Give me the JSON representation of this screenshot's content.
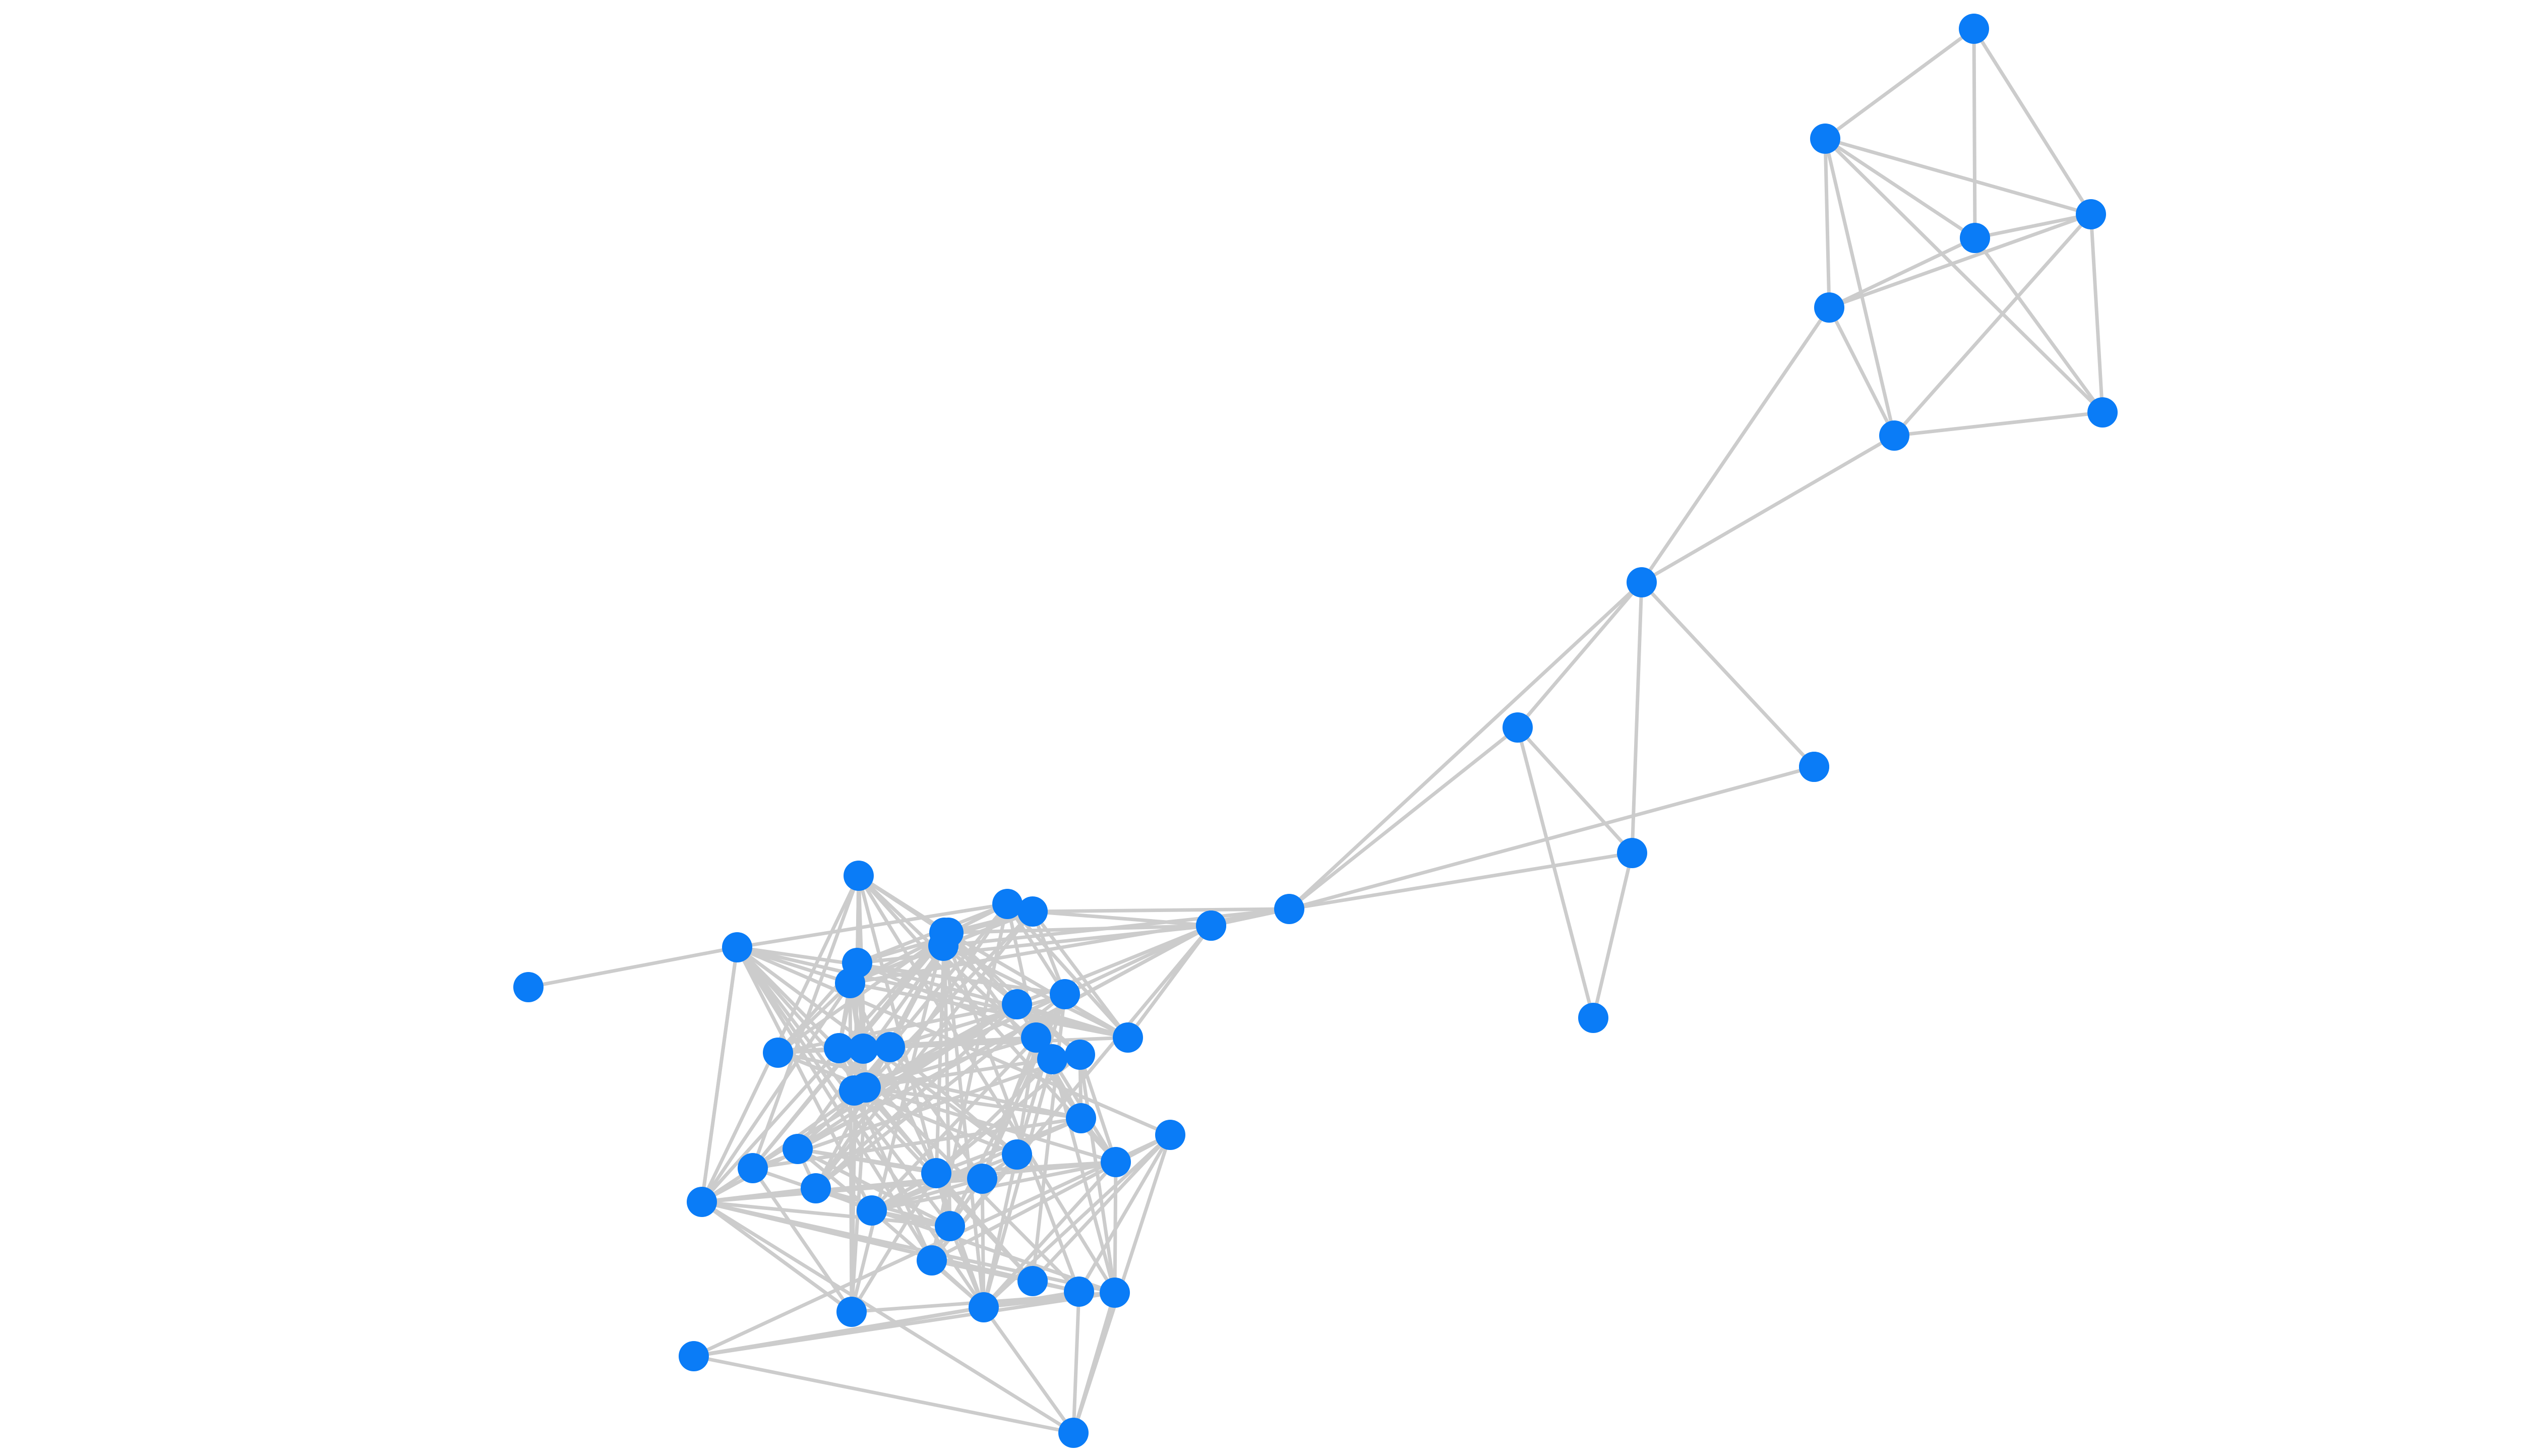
{
  "colors": {
    "background": "#ffffff",
    "node": "#0a7cf7",
    "edge": "#cccccc"
  },
  "graph": {
    "type": "network",
    "nodes": [
      {
        "id": "n0"
      },
      {
        "id": "n1"
      },
      {
        "id": "n2"
      },
      {
        "id": "n3"
      },
      {
        "id": "n4"
      },
      {
        "id": "n5"
      },
      {
        "id": "n6"
      },
      {
        "id": "n7"
      },
      {
        "id": "n8"
      },
      {
        "id": "n9"
      },
      {
        "id": "n10"
      },
      {
        "id": "n11"
      },
      {
        "id": "n12"
      },
      {
        "id": "n13"
      },
      {
        "id": "n14"
      },
      {
        "id": "n15"
      },
      {
        "id": "n16"
      },
      {
        "id": "n17"
      },
      {
        "id": "n18"
      },
      {
        "id": "n19"
      },
      {
        "id": "n20"
      },
      {
        "id": "n21"
      },
      {
        "id": "n22"
      },
      {
        "id": "n23"
      },
      {
        "id": "n24"
      },
      {
        "id": "n25"
      },
      {
        "id": "n26"
      },
      {
        "id": "n27"
      },
      {
        "id": "n28"
      },
      {
        "id": "n29"
      },
      {
        "id": "n30"
      },
      {
        "id": "n31"
      },
      {
        "id": "n32"
      },
      {
        "id": "n33"
      },
      {
        "id": "n34"
      },
      {
        "id": "n35"
      },
      {
        "id": "n36"
      },
      {
        "id": "n37"
      },
      {
        "id": "n38"
      },
      {
        "id": "n39"
      },
      {
        "id": "n40"
      },
      {
        "id": "n41"
      },
      {
        "id": "n42"
      },
      {
        "id": "n43"
      },
      {
        "id": "n44"
      },
      {
        "id": "n45"
      },
      {
        "id": "n46"
      },
      {
        "id": "n47"
      },
      {
        "id": "n48"
      },
      {
        "id": "n49"
      },
      {
        "id": "n50"
      },
      {
        "id": "n51"
      },
      {
        "id": "n52"
      },
      {
        "id": "n53"
      },
      {
        "id": "n54"
      },
      {
        "id": "n55"
      },
      {
        "id": "n56"
      },
      {
        "id": "n57"
      }
    ],
    "edges": [
      [
        "n0",
        "n1"
      ],
      [
        "n0",
        "n2"
      ],
      [
        "n0",
        "n3"
      ],
      [
        "n1",
        "n2"
      ],
      [
        "n1",
        "n3"
      ],
      [
        "n1",
        "n4"
      ],
      [
        "n1",
        "n5"
      ],
      [
        "n1",
        "n6"
      ],
      [
        "n2",
        "n3"
      ],
      [
        "n2",
        "n4"
      ],
      [
        "n2",
        "n6"
      ],
      [
        "n3",
        "n4"
      ],
      [
        "n3",
        "n6"
      ],
      [
        "n3",
        "n5"
      ],
      [
        "n4",
        "n5"
      ],
      [
        "n6",
        "n5"
      ],
      [
        "n5",
        "n7"
      ],
      [
        "n4",
        "n7"
      ],
      [
        "n7",
        "n8"
      ],
      [
        "n7",
        "n9"
      ],
      [
        "n7",
        "n10"
      ],
      [
        "n8",
        "n10"
      ],
      [
        "n8",
        "n11"
      ],
      [
        "n10",
        "n11"
      ],
      [
        "n7",
        "n12"
      ],
      [
        "n8",
        "n12"
      ],
      [
        "n10",
        "n12"
      ],
      [
        "n12",
        "n13"
      ],
      [
        "n12",
        "n14"
      ],
      [
        "n12",
        "n15"
      ],
      [
        "n12",
        "n19"
      ],
      [
        "n12",
        "n22"
      ],
      [
        "n12",
        "n49"
      ],
      [
        "n14",
        "n15"
      ],
      [
        "n14",
        "n16"
      ],
      [
        "n14",
        "n21"
      ],
      [
        "n14",
        "n49"
      ],
      [
        "n14",
        "n42"
      ],
      [
        "n49",
        "n23"
      ],
      [
        "n49",
        "n30"
      ],
      [
        "n49",
        "n45"
      ],
      [
        "n49",
        "n50"
      ],
      [
        "n49",
        "n20"
      ],
      [
        "n47",
        "n51"
      ],
      [
        "n47",
        "n52"
      ],
      [
        "n48",
        "n51"
      ],
      [
        "n48",
        "n52"
      ],
      [
        "n51",
        "n57"
      ],
      [
        "n52",
        "n57"
      ],
      [
        "n17",
        "n40"
      ],
      [
        "n15",
        "n18"
      ],
      [
        "n15",
        "n22"
      ],
      [
        "n15",
        "n24"
      ],
      [
        "n15",
        "n19"
      ],
      [
        "n15",
        "n41"
      ],
      [
        "n15",
        "n21"
      ],
      [
        "n15",
        "n20"
      ],
      [
        "n15",
        "n30"
      ],
      [
        "n16",
        "n18"
      ],
      [
        "n16",
        "n22"
      ],
      [
        "n16",
        "n19"
      ],
      [
        "n16",
        "n20"
      ],
      [
        "n16",
        "n21"
      ],
      [
        "n16",
        "n23"
      ],
      [
        "n16",
        "n28"
      ],
      [
        "n18",
        "n40"
      ],
      [
        "n18",
        "n45"
      ],
      [
        "n18",
        "n24"
      ],
      [
        "n18",
        "n31"
      ],
      [
        "n18",
        "n29"
      ],
      [
        "n18",
        "n41"
      ],
      [
        "n18",
        "n22"
      ],
      [
        "n18",
        "n21"
      ],
      [
        "n40",
        "n46"
      ],
      [
        "n40",
        "n50"
      ],
      [
        "n40",
        "n36"
      ],
      [
        "n40",
        "n39"
      ],
      [
        "n40",
        "n47"
      ],
      [
        "n40",
        "n48"
      ],
      [
        "n40",
        "n44"
      ],
      [
        "n40",
        "n53"
      ],
      [
        "n40",
        "n24"
      ],
      [
        "n40",
        "n45"
      ],
      [
        "n40",
        "n22"
      ],
      [
        "n40",
        "n16"
      ],
      [
        "n46",
        "n50"
      ],
      [
        "n46",
        "n47"
      ],
      [
        "n46",
        "n48"
      ],
      [
        "n50",
        "n56"
      ],
      [
        "n50",
        "n55"
      ],
      [
        "n50",
        "n44"
      ],
      [
        "n50",
        "n43"
      ],
      [
        "n50",
        "n52"
      ],
      [
        "n50",
        "n57"
      ],
      [
        "n50",
        "n37"
      ],
      [
        "n50",
        "n47"
      ],
      [
        "n50",
        "n35"
      ],
      [
        "n50",
        "n22"
      ],
      [
        "n50",
        "n41"
      ],
      [
        "n54",
        "n56"
      ],
      [
        "n54",
        "n55"
      ],
      [
        "n54",
        "n57"
      ],
      [
        "n54",
        "n43"
      ],
      [
        "n54",
        "n44"
      ],
      [
        "n54",
        "n35"
      ],
      [
        "n54",
        "n30"
      ],
      [
        "n54",
        "n20"
      ],
      [
        "n56",
        "n57"
      ],
      [
        "n56",
        "n55"
      ],
      [
        "n56",
        "n38"
      ],
      [
        "n56",
        "n43"
      ],
      [
        "n56",
        "n30"
      ],
      [
        "n56",
        "n22"
      ],
      [
        "n56",
        "n50"
      ],
      [
        "n55",
        "n53"
      ],
      [
        "n55",
        "n47"
      ],
      [
        "n55",
        "n38"
      ],
      [
        "n55",
        "n43"
      ],
      [
        "n55",
        "n44"
      ],
      [
        "n57",
        "n33"
      ],
      [
        "n57",
        "n32"
      ],
      [
        "n57",
        "n35"
      ],
      [
        "n57",
        "n43"
      ],
      [
        "n57",
        "n53"
      ],
      [
        "n43",
        "n33"
      ],
      [
        "n43",
        "n34"
      ],
      [
        "n43",
        "n23"
      ],
      [
        "n43",
        "n30"
      ],
      [
        "n20",
        "n30"
      ],
      [
        "n20",
        "n34"
      ],
      [
        "n20",
        "n23"
      ],
      [
        "n20",
        "n25"
      ],
      [
        "n20",
        "n33"
      ],
      [
        "n20",
        "n43"
      ],
      [
        "n21",
        "n25"
      ],
      [
        "n21",
        "n26"
      ],
      [
        "n21",
        "n22"
      ],
      [
        "n21",
        "n27"
      ],
      [
        "n21",
        "n31"
      ],
      [
        "n22",
        "n25"
      ],
      [
        "n22",
        "n26"
      ],
      [
        "n22",
        "n27"
      ],
      [
        "n22",
        "n30"
      ],
      [
        "n22",
        "n38"
      ],
      [
        "n23",
        "n33"
      ],
      [
        "n23",
        "n34"
      ],
      [
        "n23",
        "n30"
      ],
      [
        "n23",
        "n25"
      ],
      [
        "n23",
        "n43"
      ],
      [
        "n24",
        "n29"
      ],
      [
        "n24",
        "n45"
      ],
      [
        "n24",
        "n46"
      ],
      [
        "n24",
        "n28"
      ],
      [
        "n24",
        "n36"
      ],
      [
        "n24",
        "n37"
      ],
      [
        "n25",
        "n26"
      ],
      [
        "n25",
        "n27"
      ],
      [
        "n25",
        "n31"
      ],
      [
        "n25",
        "n30"
      ],
      [
        "n25",
        "n34"
      ],
      [
        "n26",
        "n27"
      ],
      [
        "n26",
        "n28"
      ],
      [
        "n26",
        "n31"
      ],
      [
        "n26",
        "n29"
      ],
      [
        "n26",
        "n30"
      ],
      [
        "n27",
        "n31"
      ],
      [
        "n27",
        "n29"
      ],
      [
        "n27",
        "n28"
      ],
      [
        "n27",
        "n22"
      ],
      [
        "n28",
        "n29"
      ],
      [
        "n28",
        "n36"
      ],
      [
        "n28",
        "n37"
      ],
      [
        "n28",
        "n31"
      ],
      [
        "n29",
        "n45"
      ],
      [
        "n29",
        "n46"
      ],
      [
        "n29",
        "n31"
      ],
      [
        "n29",
        "n36"
      ],
      [
        "n30",
        "n33"
      ],
      [
        "n30",
        "n34"
      ],
      [
        "n30",
        "n35"
      ],
      [
        "n30",
        "n38"
      ],
      [
        "n31",
        "n36"
      ],
      [
        "n31",
        "n37"
      ],
      [
        "n31",
        "n39"
      ],
      [
        "n32",
        "n33"
      ],
      [
        "n32",
        "n35"
      ],
      [
        "n32",
        "n38"
      ],
      [
        "n32",
        "n53"
      ],
      [
        "n32",
        "n54"
      ],
      [
        "n33",
        "n34"
      ],
      [
        "n33",
        "n35"
      ],
      [
        "n33",
        "n38"
      ],
      [
        "n34",
        "n35"
      ],
      [
        "n34",
        "n38"
      ],
      [
        "n34",
        "n39"
      ],
      [
        "n35",
        "n38"
      ],
      [
        "n35",
        "n39"
      ],
      [
        "n35",
        "n53"
      ],
      [
        "n36",
        "n37"
      ],
      [
        "n36",
        "n39"
      ],
      [
        "n36",
        "n45"
      ],
      [
        "n36",
        "n53"
      ],
      [
        "n37",
        "n39"
      ],
      [
        "n37",
        "n42"
      ],
      [
        "n37",
        "n44"
      ],
      [
        "n37",
        "n53"
      ],
      [
        "n38",
        "n39"
      ],
      [
        "n38",
        "n53"
      ],
      [
        "n38",
        "n42"
      ],
      [
        "n39",
        "n41"
      ],
      [
        "n39",
        "n42"
      ],
      [
        "n39",
        "n53"
      ],
      [
        "n39",
        "n44"
      ],
      [
        "n41",
        "n42"
      ],
      [
        "n41",
        "n44"
      ],
      [
        "n41",
        "n24"
      ],
      [
        "n41",
        "n23"
      ],
      [
        "n42",
        "n44"
      ],
      [
        "n42",
        "n23"
      ],
      [
        "n42",
        "n30"
      ],
      [
        "n44",
        "n45"
      ],
      [
        "n44",
        "n53"
      ],
      [
        "n45",
        "n53"
      ],
      [
        "n45",
        "n47"
      ],
      [
        "n45",
        "n48"
      ],
      [
        "n47",
        "n48"
      ],
      [
        "n47",
        "n53"
      ],
      [
        "n48",
        "n53"
      ],
      [
        "n51",
        "n52"
      ],
      [
        "n52",
        "n53"
      ],
      [
        "n51",
        "n53"
      ],
      [
        "n19",
        "n22"
      ],
      [
        "n19",
        "n20"
      ],
      [
        "n19",
        "n30"
      ],
      [
        "n19",
        "n42"
      ],
      [
        "n19",
        "n41"
      ],
      [
        "n19",
        "n23"
      ],
      [
        "n16",
        "n15"
      ],
      [
        "n18",
        "n16"
      ],
      [
        "n40",
        "n50"
      ],
      [
        "n50",
        "n54"
      ],
      [
        "n54",
        "n56"
      ]
    ]
  }
}
